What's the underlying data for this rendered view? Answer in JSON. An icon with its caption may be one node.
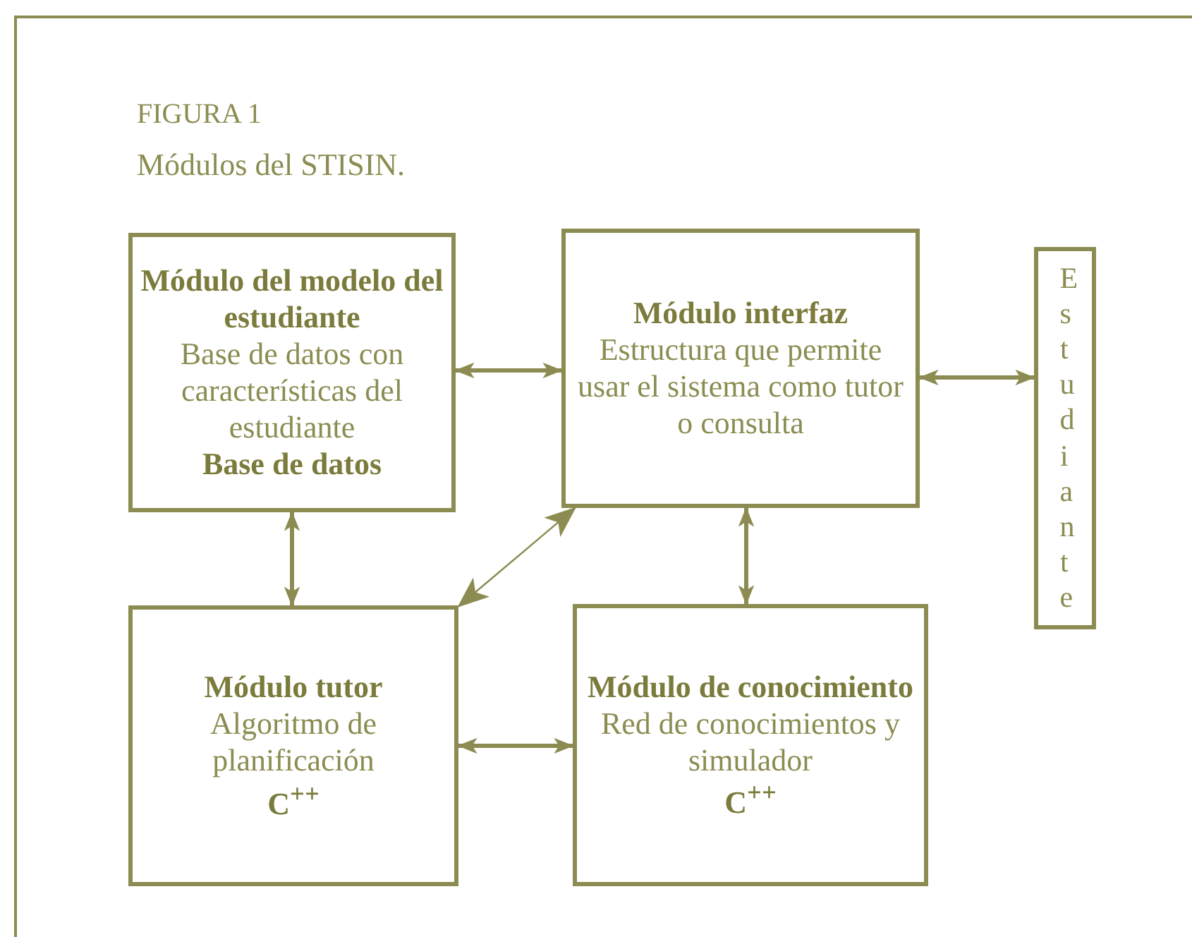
{
  "diagram": {
    "title": "FIGURA 1",
    "nodes": [
      {
        "text": [
          "Módulo del modelo del estudiante",
          "Base de datos con características del estudiante",
          "Base de datos"
        ]
      },
      {
        "text": [
          "Módulo interfaz",
          "Estructura que permite usar el sistema como tutor o consulta"
        ]
      },
      {
        "text": [
          "Estudiante"
        ]
      },
      {
        "text": [
          "Módulo tutor",
          "Algoritmo de planificación",
          "C$^{++}$"
        ]
      },
      {
        "text": [
          "Módulo de conocimiento",
          "Red de conocimientos y simulador",
          "C$^{++}$"
        ]
      }
    ],
    "edges": [
      {
        "from": 0,
        "to": 1,
        "arrow": "both"
      },
      {
        "from": 1,
        "to": 2,
        "arrow": "both"
      },
      {
        "from": 0,
        "to": 3,
        "arrow": "both"
      },
      {
        "from": 1,
        "to": 3,
        "arrow": "both"
      },
      {
        "from": 1,
        "to": 4,
        "arrow": "both"
      },
      {
        "from": 3,
        "to": 4,
        "arrow": "both"
      }
    ],
    "labels": [
      "Módulos del STISIN."
    ]
  }
}
